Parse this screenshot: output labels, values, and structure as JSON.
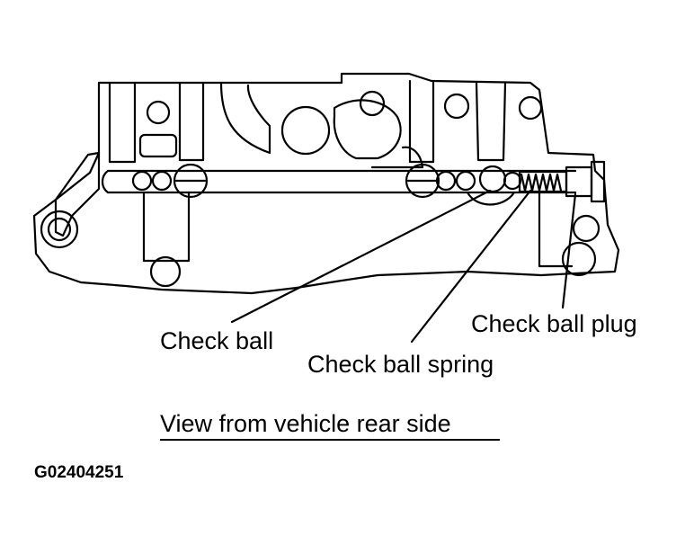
{
  "labels": {
    "check_ball": "Check ball",
    "check_ball_spring": "Check ball spring",
    "check_ball_plug": "Check ball plug"
  },
  "caption": "View from vehicle rear side",
  "figure_code": "G02404251"
}
